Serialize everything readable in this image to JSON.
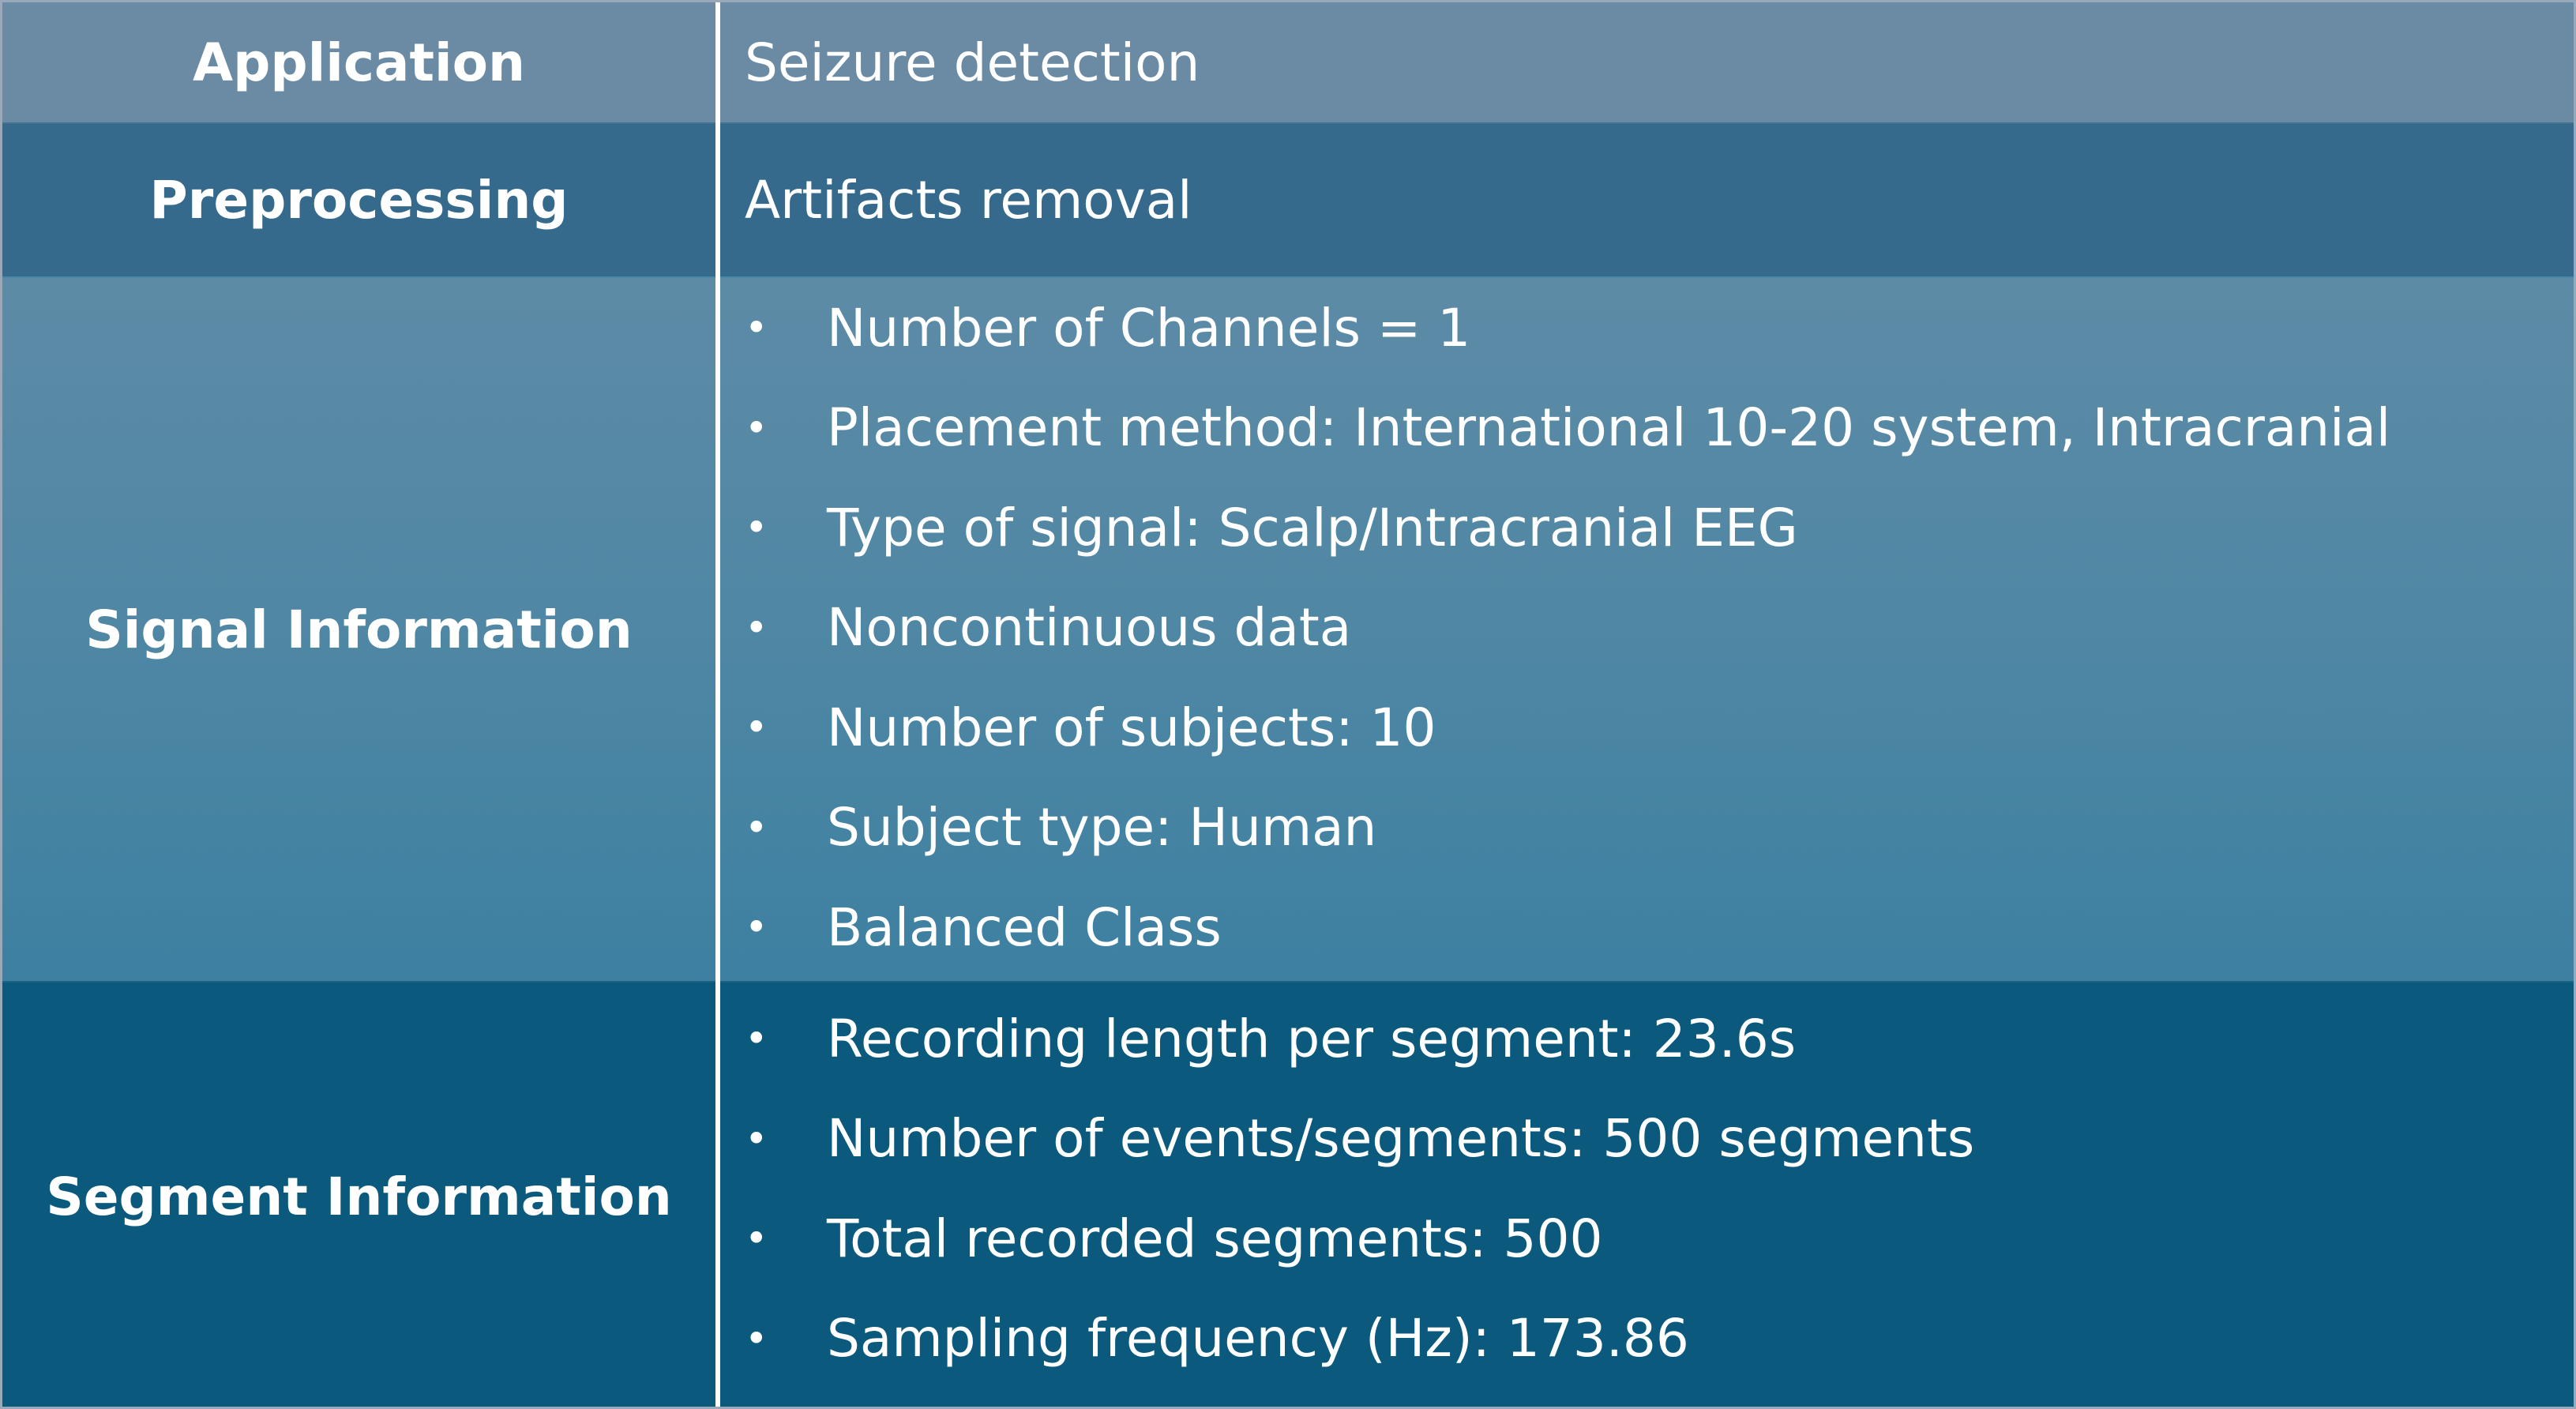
{
  "rows": [
    {
      "label": "Application",
      "value": "Seizure detection"
    },
    {
      "label": "Preprocessing",
      "value": "Artifacts removal"
    },
    {
      "label": "Signal Information",
      "items": [
        "Number of Channels = 1",
        "Placement method: International 10-20 system, Intracranial",
        "Type of signal: Scalp/Intracranial EEG",
        "Noncontinuous data",
        "Number of subjects: 10",
        "Subject type: Human",
        "Balanced Class"
      ]
    },
    {
      "label": "Segment Information",
      "items": [
        "Recording length per segment: 23.6s",
        "Number of events/segments: 500 segments",
        "Total recorded segments: 500",
        "Sampling frequency (Hz): 173.86"
      ]
    }
  ],
  "bullet_symbol": "•",
  "colors": {
    "row_application": "#6b8ba5",
    "row_preprocessing": "#356a8c",
    "row_signal": "#4f87a4",
    "row_segment": "#0b5a7e",
    "text": "#ffffff",
    "border": "#9aa9b9"
  }
}
